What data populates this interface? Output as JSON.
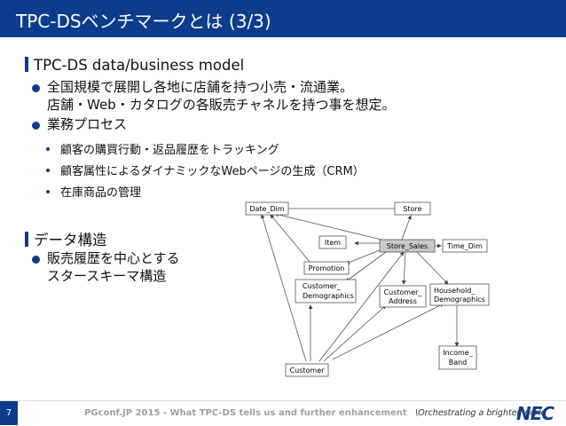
{
  "slide": {
    "title": "TPC-DSベンチマークとは (3/3)",
    "section1": {
      "heading": "TPC-DS data/business model",
      "bullets": [
        {
          "line1": "全国規模で展開し各地に店舗を持つ小売・流通業。",
          "line2": "店舗・Web・カタログの各販売チャネルを持つ事を想定。"
        },
        {
          "line1": "業務プロセス"
        }
      ],
      "sub_bullets": [
        "顧客の購買行動・返品履歴をトラッキング",
        "顧客属性によるダイナミックなWebページの生成（CRM）",
        "在庫商品の管理"
      ]
    },
    "section2": {
      "heading": "データ構造",
      "bullet_line1": "販売履歴を中心とする",
      "bullet_line2": "スタースキーマ構造"
    },
    "diagram": {
      "tables": {
        "date_dim": "Date_Dim",
        "store": "Store",
        "item": "Item",
        "store_sales": "Store_Sales",
        "time_dim": "Time_Dim",
        "promotion": "Promotion",
        "customer_demo_1": "Customer_",
        "customer_demo_2": "Demographics",
        "customer_addr_1": "Customer_",
        "customer_addr_2": "Address",
        "household_1": "Household_",
        "household_2": "Demographics",
        "income_1": "Income_",
        "income_2": "Band",
        "customer": "Customer"
      }
    },
    "footer": {
      "page": "7",
      "text": "PGconf.JP 2015 - What TPC-DS tells us and further enhancement",
      "tagline": "\\Orchestrating a brighter world",
      "logo": "NEC"
    }
  }
}
